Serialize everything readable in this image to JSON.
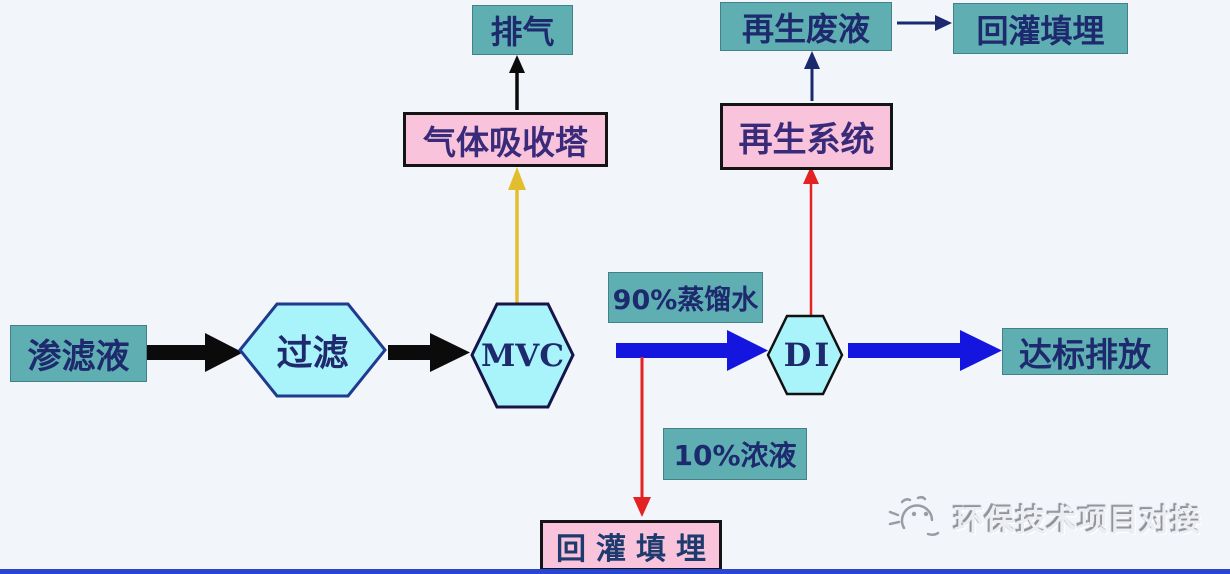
{
  "colors": {
    "background": "#f2f6fa",
    "teal_box": "#5FAEB2",
    "pink_box": "#F9C4DB",
    "hex_fill": "#A9F3FB",
    "navy_text": "#1e2a6e",
    "black_arrow": "#0b0b0b",
    "navy_arrow": "#1b2a6e",
    "red_arrow": "#E32222",
    "yellow_arrow": "#E2BE2E",
    "blue_arrow": "#1515E0",
    "bottom_bar": "#2946D2"
  },
  "nodes": {
    "leachate": {
      "label": "渗滤液"
    },
    "filter": {
      "label": "过滤"
    },
    "mvc": {
      "label": "MVC"
    },
    "exhaust": {
      "label": "排气"
    },
    "gas_absorption_tower": {
      "label": "气体吸收塔"
    },
    "regen_waste_liquid": {
      "label": "再生废液"
    },
    "landfill_top": {
      "label": "回灌填埋"
    },
    "regen_system": {
      "label": "再生系统"
    },
    "distilled_water": {
      "label": "90%蒸馏水"
    },
    "di": {
      "label": "DI"
    },
    "discharge": {
      "label": "达标排放"
    },
    "concentrate": {
      "label": "10%浓液"
    },
    "landfill_bottom": {
      "label": "回灌填埋"
    }
  },
  "watermark": {
    "text": "环保技术项目对接",
    "logo": "cat-face-sketch"
  }
}
